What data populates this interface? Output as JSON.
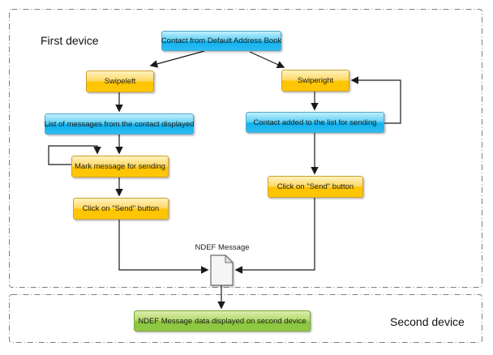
{
  "diagram": {
    "sections": {
      "first_device": {
        "label": "First device"
      },
      "second_device": {
        "label": "Second device"
      }
    },
    "nodes": {
      "contact_book": {
        "label": "Contact from Default Address Book",
        "style": "blue"
      },
      "swipe_left": {
        "label": "Swipeleft",
        "style": "yellow"
      },
      "swipe_right": {
        "label": "Swiperight",
        "style": "yellow"
      },
      "list_messages": {
        "label": "List of messages from the contact displayed",
        "style": "blue"
      },
      "contact_added": {
        "label": "Contact added to the list for sending",
        "style": "blue"
      },
      "mark_message": {
        "label": "Mark message for sending",
        "style": "yellow"
      },
      "click_send_left": {
        "label": "Click on \"Send\" button",
        "style": "yellow"
      },
      "click_send_right": {
        "label": "Click on \"Send\" button",
        "style": "yellow"
      },
      "ndef_display": {
        "label": "NDEF Message data displayed on second device",
        "style": "green"
      }
    },
    "annotations": {
      "ndef_message_label": "NDEF Message"
    },
    "icons": {
      "ndef_document": "document-icon"
    },
    "colors": {
      "blue_node_top": "#c2effd",
      "blue_node_bottom": "#0fb2ef",
      "yellow_node_top": "#fff2c0",
      "yellow_node_bottom": "#ffc400",
      "green_node_top": "#dcedae",
      "green_node_bottom": "#8cc63e",
      "section_border": "#808080",
      "connector": "#1a1a1a",
      "document_fill": "#f5f5f5"
    }
  }
}
